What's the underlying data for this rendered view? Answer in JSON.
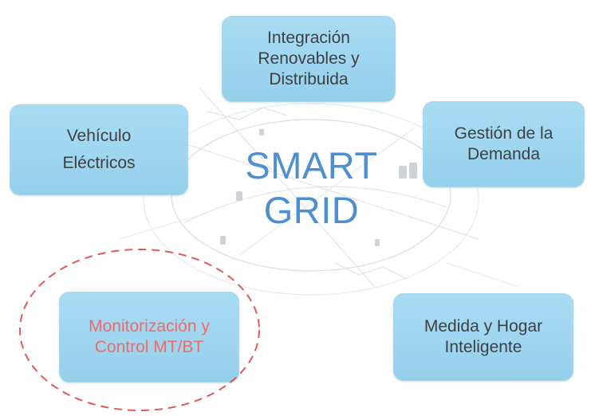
{
  "center": {
    "line1": "SMART",
    "line2": "GRID"
  },
  "nodes": {
    "top": {
      "line1": "Integración",
      "line2": "Renovables y",
      "line3": "Distribuida"
    },
    "left": {
      "line1": "Vehículo",
      "line2": "Eléctricos"
    },
    "right": {
      "line1": "Gestión de la",
      "line2": "Demanda"
    },
    "bottom_left": {
      "line1": "Monitorización y",
      "line2": "Control MT/BT"
    },
    "bottom_right": {
      "line1": "Medida y Hogar",
      "line2": "Inteligente"
    }
  },
  "colors": {
    "node_fill": "#a3d9f1",
    "node_text": "#3f3f3f",
    "center_text": "#4d8fd1",
    "highlight_text": "#f06a6a",
    "highlight_ring": "#e05a5a"
  }
}
